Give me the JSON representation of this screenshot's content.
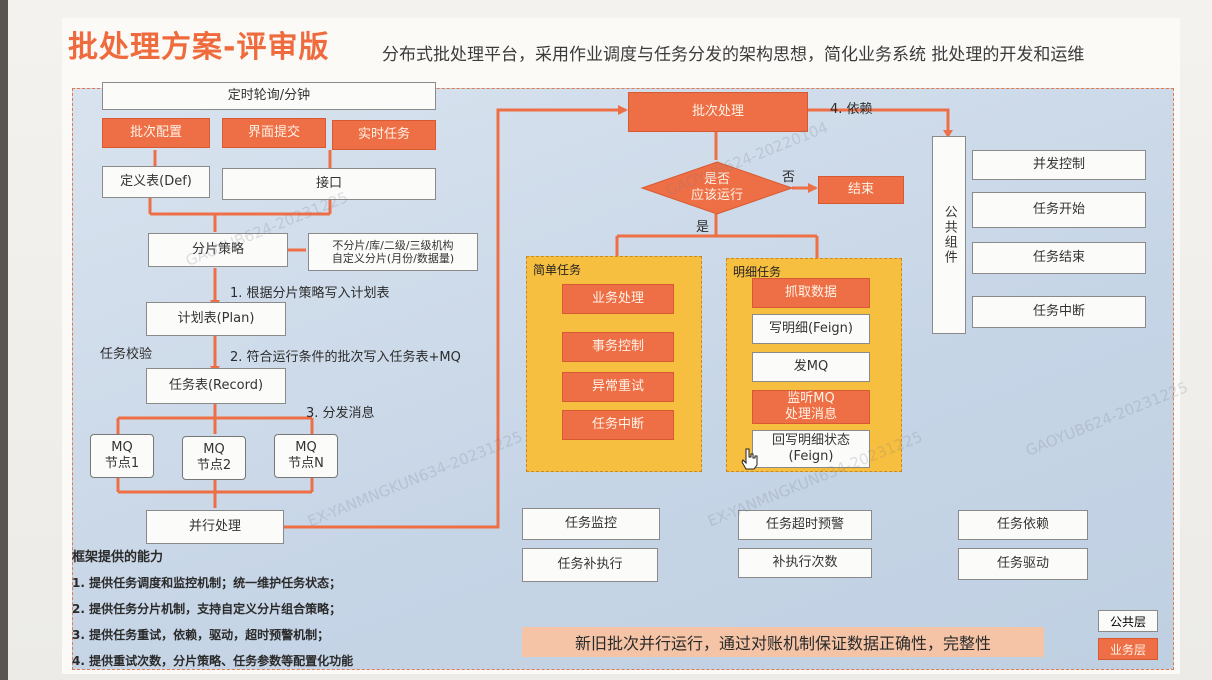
{
  "title": "批处理方案-评审版",
  "subtitle": "分布式批处理平台，采用作业调度与任务分发的架构思想，简化业务系统 批处理的开发和运维",
  "left": {
    "timer": "定时轮询/分钟",
    "batch_config": "批次配置",
    "ui_submit": "界面提交",
    "realtime_task": "实时任务",
    "def_table": "定义表(Def)",
    "interface": "接口",
    "shard_strategy": "分片策略",
    "shard_note": "不分片/库/二级/三级机构\n自定义分片(月份/数据量)",
    "step1": "1. 根据分片策略写入计划表",
    "plan_table": "计划表(Plan)",
    "task_check": "任务校验",
    "step2": "2. 符合运行条件的批次写入任务表+MQ",
    "record_table": "任务表(Record)",
    "step3": "3. 分发消息",
    "mq_nodes": [
      "MQ\n节点1",
      "MQ\n节点2",
      "MQ\n节点N"
    ],
    "parallel": "并行处理"
  },
  "center": {
    "batch_process": "批次处理",
    "depend": "4. 依赖",
    "should_run": "是否\n应该运行",
    "no": "否",
    "yes": "是",
    "end": "结束",
    "simple_title": "简单任务",
    "simple_items": [
      "业务处理",
      "事务控制",
      "异常重试",
      "任务中断"
    ],
    "detail_title": "明细任务",
    "detail_items": [
      "抓取数据",
      "写明细(Feign)",
      "发MQ",
      "监听MQ\n处理消息",
      "回写明细状态\n(Feign)"
    ]
  },
  "right": {
    "common_component": "公共组件",
    "items": [
      "并发控制",
      "任务开始",
      "任务结束",
      "任务中断"
    ]
  },
  "bottom_boxes": {
    "task_monitor": "任务监控",
    "task_retry_exec": "任务补执行",
    "timeout_alert": "任务超时预警",
    "retry_count": "补执行次数",
    "task_depend": "任务依赖",
    "task_driver": "任务驱动"
  },
  "capabilities": {
    "heading": "框架提供的能力",
    "items": [
      "1. 提供任务调度和监控机制；统一维护任务状态；",
      "2. 提供任务分片机制，支持自定义分片组合策略；",
      "3. 提供任务重试，依赖，驱动，超时预警机制；",
      "4. 提供重试次数，分片策略、任务参数等配置化功能"
    ]
  },
  "banner": "新旧批次并行运行，通过对账机制保证数据正确性，完整性",
  "legend": {
    "common": "公共层",
    "business": "业务层"
  },
  "watermarks": [
    "GAOYUB624-20231225",
    "EX-YANMNGKUN634-20231225",
    "GAOYUB624-20220104"
  ],
  "colors": {
    "accent_orange": "#ee6f46",
    "panel_yellow": "#f6bf3f",
    "canvas_blue": "#c6d5e6",
    "title_orange": "#ef6b3e"
  }
}
